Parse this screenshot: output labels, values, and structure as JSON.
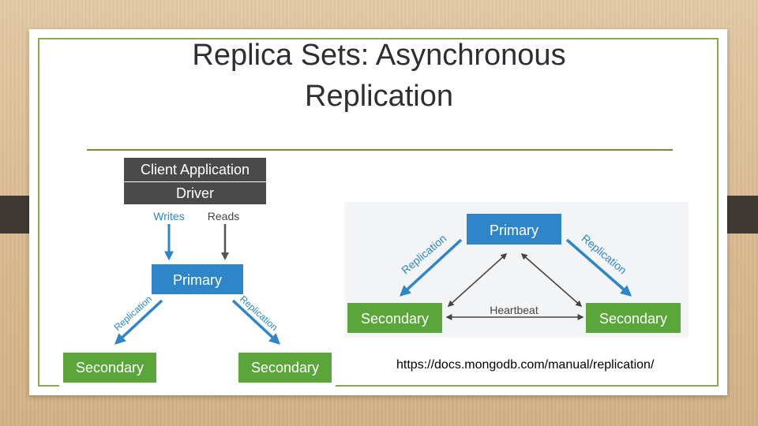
{
  "title": {
    "line1": "Replica Sets: Asynchronous",
    "line2": "Replication"
  },
  "diagram_left": {
    "client_application": "Client Application",
    "driver": "Driver",
    "writes": "Writes",
    "reads": "Reads",
    "primary": "Primary",
    "replication_left": "Replication",
    "replication_right": "Replication",
    "secondary_left": "Secondary",
    "secondary_right": "Secondary"
  },
  "diagram_right": {
    "primary": "Primary",
    "replication_left": "Replication",
    "replication_right": "Replication",
    "heartbeat": "Heartbeat",
    "secondary_left": "Secondary",
    "secondary_right": "Secondary"
  },
  "source_url": "https://docs.mongodb.com/manual/replication/",
  "colors": {
    "green": "#5aa63a",
    "blue": "#2e86c8",
    "dark_gray": "#4a4a4a",
    "frame_green": "#8aa84c"
  }
}
